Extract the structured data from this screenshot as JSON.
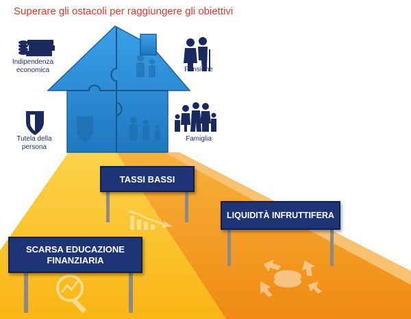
{
  "title": "Superare gli ostacoli per raggiungere gli obiettivi",
  "goals": {
    "indipendenza": {
      "label": "Indipendenza economica",
      "icon": "money-stack-icon"
    },
    "pensione": {
      "label": "Pensione",
      "icon": "elderly-couple-icon"
    },
    "tutela": {
      "label": "Tutela della persona",
      "icon": "shield-icon"
    },
    "famiglia": {
      "label": "Famiglia",
      "icon": "family-icon"
    }
  },
  "obstacles": {
    "tassi": {
      "label": "TASSI BASSI",
      "icon": "falling-chart-icon"
    },
    "liquidita": {
      "label": "LIQUIDITÀ INFRUTTIFERA",
      "icon": "coins-arrows-icon"
    },
    "educazione": {
      "label": "SCARSA EDUCAZIONE FINANZIARIA",
      "icon": "magnifier-chart-icon"
    }
  },
  "colors": {
    "title": "#e8362d",
    "house": "#2f8fd6",
    "road_left": "#fbbf17",
    "road_right": "#f39a1d",
    "sign": "#1e3475",
    "text": "#1a2a5e"
  }
}
